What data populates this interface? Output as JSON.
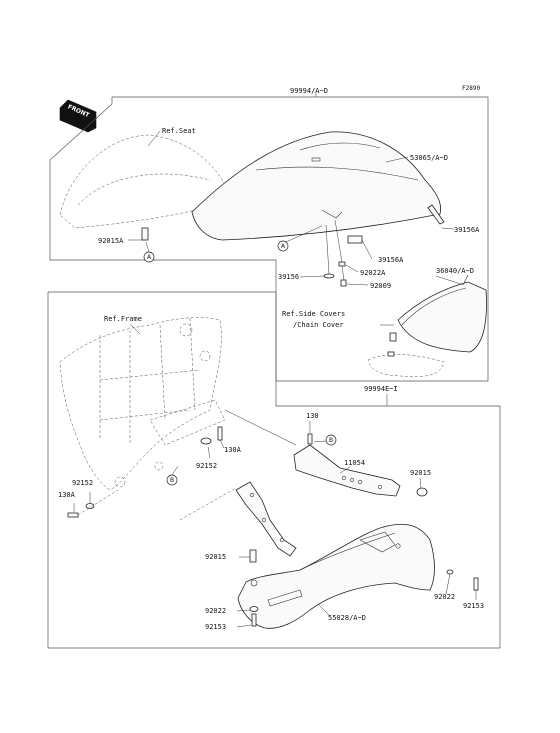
{
  "figure": {
    "id": "F2890"
  },
  "front_label": "FRONT",
  "callouts": {
    "a": "A",
    "b": "B"
  },
  "groups": {
    "upper": "99994/A~D",
    "lower": "99994E~I"
  },
  "references": {
    "seat": "Ref.Seat",
    "frame": "Ref.Frame",
    "side_covers_line1": "Ref.Side Covers",
    "side_covers_line2": "/Chain Cover"
  },
  "parts": {
    "seat_cover": "53065/A~D",
    "p92015a": "92015A",
    "p39156a_top": "39156A",
    "p39156a_mid": "39156A",
    "p39156": "39156",
    "p92022a": "92022A",
    "p92009": "92009",
    "p36040": "36040/A~D",
    "p130_top": "130",
    "p11054": "11054",
    "p92015_right": "92015",
    "p130a_mid": "130A",
    "p92152_mid": "92152",
    "p92152_left": "92152",
    "p130a_left": "130A",
    "p92015_lower": "92015",
    "p92022_lower": "92022",
    "p92153_lower": "92153",
    "p55028": "55028/A~D",
    "p92022_right": "92022",
    "p92153_right": "92153"
  }
}
